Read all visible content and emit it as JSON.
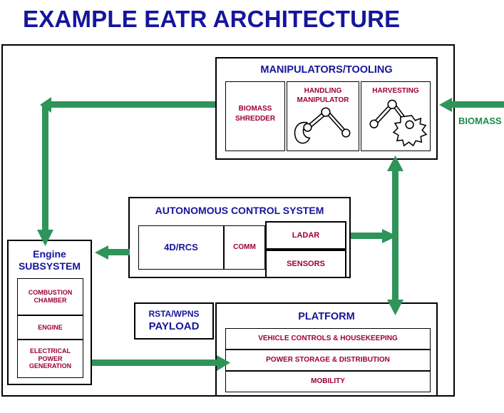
{
  "title": "EXAMPLE EATR ARCHITECTURE",
  "colors": {
    "title_navy": "#15159c",
    "label_red": "#9c0033",
    "arrow_green": "#2e9459",
    "frame_black": "#000000",
    "background": "#ffffff"
  },
  "manipulators": {
    "title": "MANIPULATORS/TOOLING",
    "cells": [
      {
        "label": "BIOMASS\nSHREDDER",
        "line1": "BIOMASS",
        "line2": "SHREDDER",
        "icon": "none"
      },
      {
        "label": "HANDLING\nMANIPULATOR",
        "line1": "HANDLING",
        "line2": "MANIPULATOR",
        "icon": "robot-arm-gripper-icon"
      },
      {
        "label": "HARVESTING",
        "line1": "HARVESTING",
        "line2": "",
        "icon": "robot-arm-sawblade-icon"
      }
    ]
  },
  "control_system": {
    "title": "AUTONOMOUS CONTROL SYSTEM",
    "cells": [
      {
        "label": "4D/RCS",
        "color": "navy"
      },
      {
        "label": "COMM",
        "color": "red"
      }
    ],
    "sensor_stack": [
      {
        "label": "LADAR"
      },
      {
        "label": "SENSORS"
      }
    ]
  },
  "engine": {
    "title_line1": "Engine",
    "title_line2": "SUBSYSTEM",
    "cells": [
      {
        "line1": "COMBUSTION",
        "line2": "CHAMBER",
        "line3": ""
      },
      {
        "line1": "ENGINE",
        "line2": "",
        "line3": ""
      },
      {
        "line1": "ELECTRICAL",
        "line2": "POWER",
        "line3": "GENERATION"
      }
    ]
  },
  "payload": {
    "line1": "RSTA/WPNS",
    "line2": "PAYLOAD"
  },
  "platform": {
    "title": "PLATFORM",
    "rows": [
      {
        "label": "VEHICLE CONTROLS & HOUSEKEEPING"
      },
      {
        "label": "POWER STORAGE & DISTRIBUTION"
      },
      {
        "label": "MOBILITY"
      }
    ]
  },
  "flows": {
    "biomass_input_label": "BIOMASS",
    "arrows": [
      {
        "name": "biomass-into-manipulators",
        "from": "external",
        "to": "manipulators",
        "direction": "left"
      },
      {
        "name": "manipulators-to-engine",
        "from": "manipulators",
        "to": "engine-subsystem",
        "direction": "left-then-down"
      },
      {
        "name": "control-to-engine",
        "from": "control-system",
        "to": "engine-subsystem",
        "direction": "left"
      },
      {
        "name": "control-to-right-bus",
        "from": "control-system",
        "to": "vertical-bus",
        "direction": "right"
      },
      {
        "name": "manipulators-platform-bus",
        "from": "manipulators",
        "to": "platform",
        "direction": "bidirectional-vertical"
      },
      {
        "name": "engine-to-platform",
        "from": "engine-subsystem",
        "to": "platform",
        "direction": "right"
      }
    ]
  }
}
